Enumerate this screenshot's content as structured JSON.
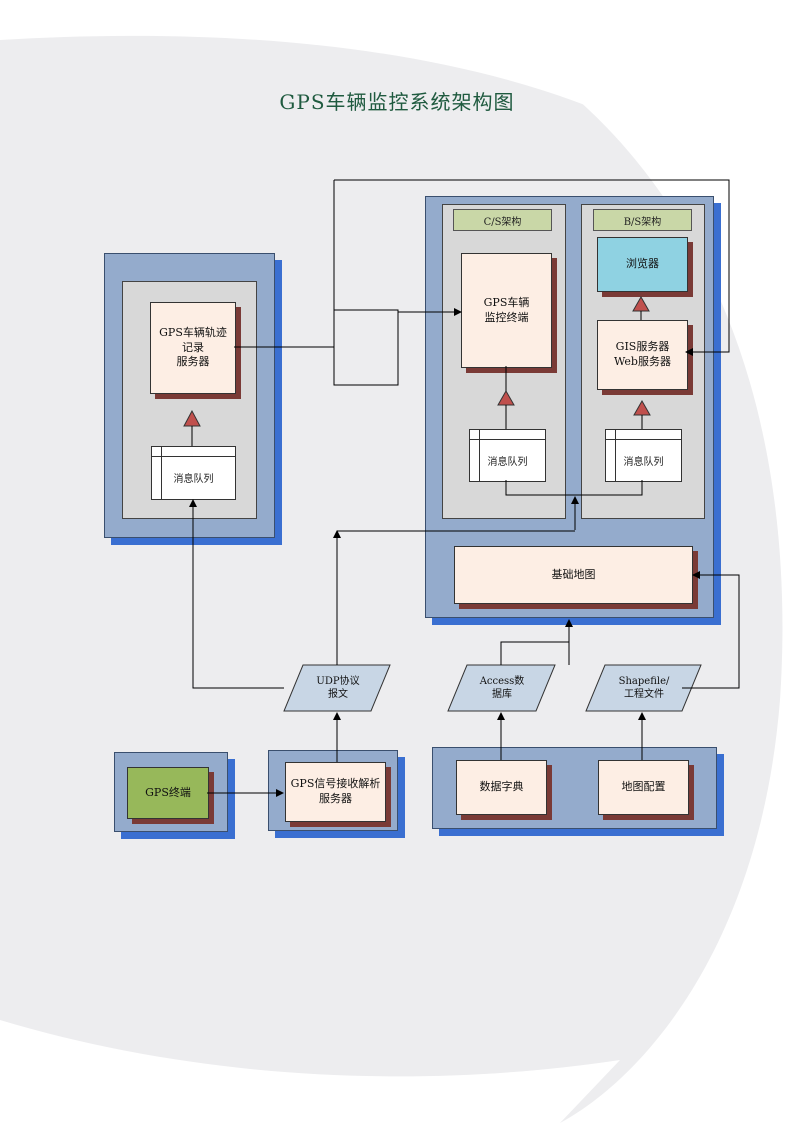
{
  "title": "GPS车辆监控系统架构图",
  "nodes": {
    "track_server": "GPS车辆轨迹\n记录\n服务器",
    "queue_left": "消息队列",
    "cs_tag": "C/S架构",
    "bs_tag": "B/S架构",
    "monitor_terminal": "GPS车辆\n监控终端",
    "browser": "浏览器",
    "gis_server": "GIS服务器\nWeb服务器",
    "queue_cs": "消息队列",
    "queue_bs": "消息队列",
    "base_map": "基础地图",
    "udp": "UDP协议\n报文",
    "access": "Access数\n据库",
    "shapefile": "Shapefile/\n工程文件",
    "gps_terminal": "GPS终端",
    "signal_server": "GPS信号接收解析\n服务器",
    "data_dict": "数据字典",
    "map_config": "地图配置"
  },
  "colors": {
    "panel": "#94abcc",
    "panel_shadow": "#3a6fd1",
    "peach": "#fdeee4",
    "cyan": "#8fd2e2",
    "green": "#97b85a",
    "tag": "#c9d7a7",
    "triangle": "#c0504d"
  }
}
